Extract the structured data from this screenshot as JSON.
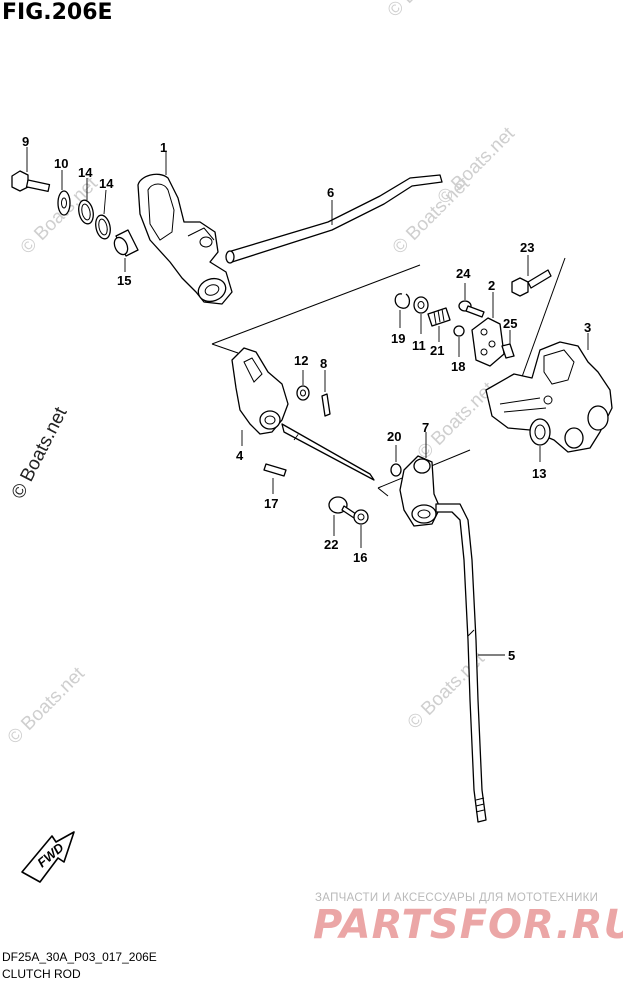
{
  "figure": {
    "title": "FIG.206E"
  },
  "footer": {
    "code": "DF25A_30A_P03_017_206E",
    "name": "CLUTCH ROD"
  },
  "orientation": {
    "arrow_label": "FWD"
  },
  "watermarks": [
    "© Boats.net",
    "© Boats.net",
    "© Boats.net",
    "© Boats.net",
    "© Boats.net",
    "© Boats.net",
    "© Boats.net",
    "© Boats.net"
  ],
  "shop_banner": {
    "tagline": "ЗАПЧАСТИ И АКСЕССУАРЫ ДЛЯ МОТОТЕХНИКИ",
    "logo": "PARTSFOR.RU"
  },
  "parts": [
    {
      "ref": "1"
    },
    {
      "ref": "2"
    },
    {
      "ref": "3"
    },
    {
      "ref": "4"
    },
    {
      "ref": "5"
    },
    {
      "ref": "6"
    },
    {
      "ref": "7"
    },
    {
      "ref": "8"
    },
    {
      "ref": "9"
    },
    {
      "ref": "10"
    },
    {
      "ref": "11"
    },
    {
      "ref": "12"
    },
    {
      "ref": "13"
    },
    {
      "ref": "14"
    },
    {
      "ref": "14"
    },
    {
      "ref": "15"
    },
    {
      "ref": "16"
    },
    {
      "ref": "17"
    },
    {
      "ref": "18"
    },
    {
      "ref": "19"
    },
    {
      "ref": "20"
    },
    {
      "ref": "21"
    },
    {
      "ref": "22"
    },
    {
      "ref": "23"
    },
    {
      "ref": "24"
    },
    {
      "ref": "25"
    }
  ]
}
